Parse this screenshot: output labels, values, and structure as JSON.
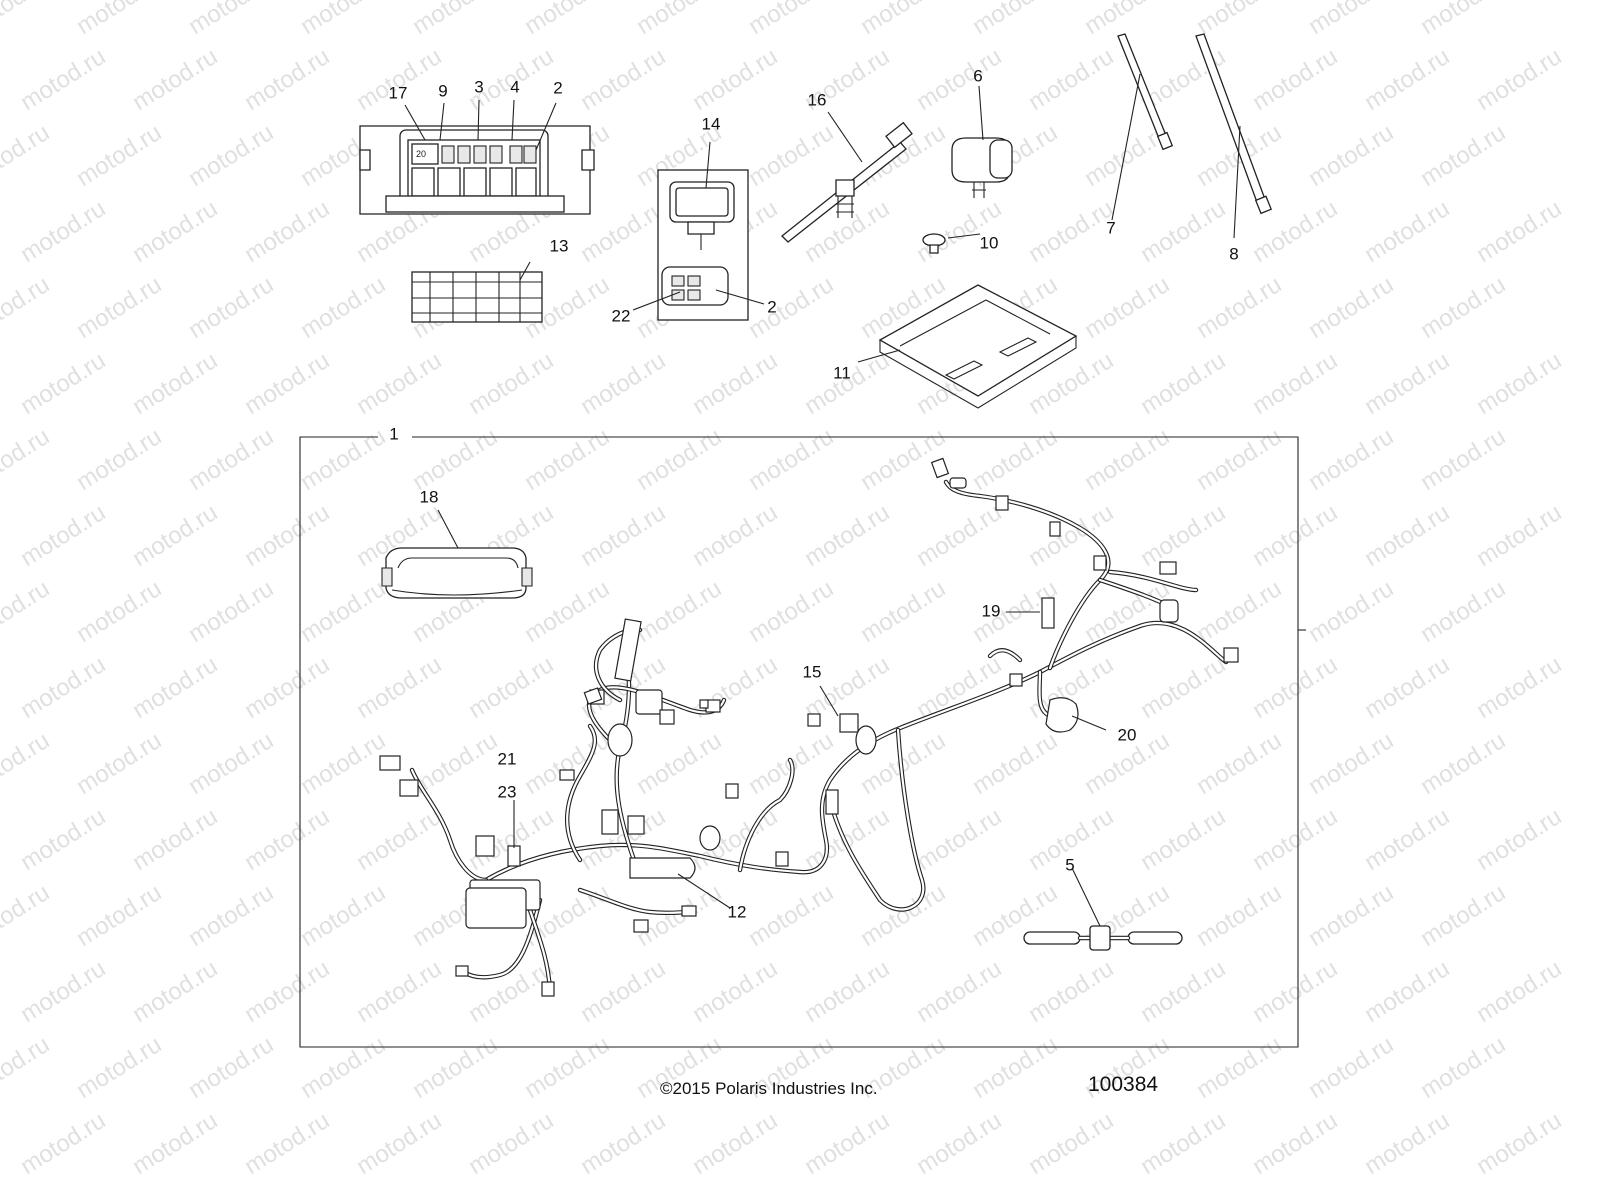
{
  "watermark": "motod.ru",
  "copyright": "©2015 Polaris Industries Inc.",
  "figure_number": "100384",
  "fuse_box_cell": "20",
  "callouts": [
    "17",
    "9",
    "3",
    "4",
    "2",
    "14",
    "16",
    "6",
    "7",
    "8",
    "13",
    "10",
    "22",
    "2",
    "11",
    "1",
    "18",
    "19",
    "15",
    "20",
    "21",
    "23",
    "12",
    "5"
  ]
}
